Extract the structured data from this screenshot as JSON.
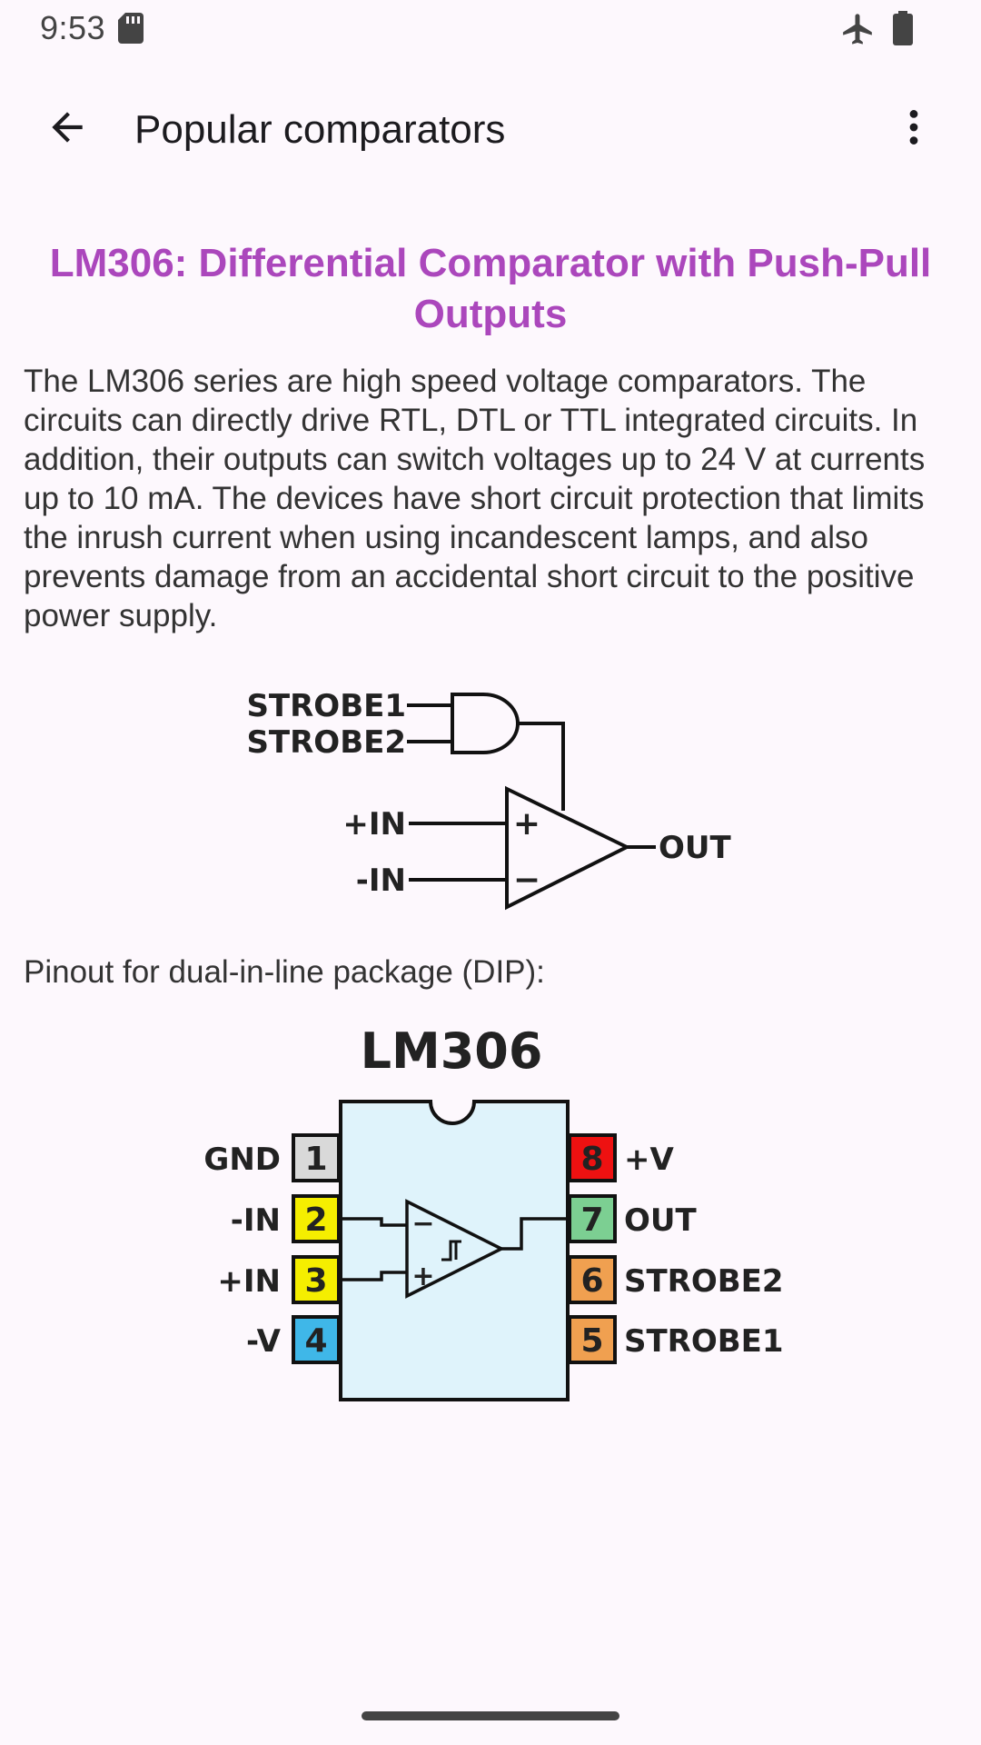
{
  "status_bar": {
    "time": "9:53"
  },
  "app_bar": {
    "title": "Popular comparators",
    "back_icon": "arrow-back-icon",
    "menu_icon": "more-vert-icon"
  },
  "article": {
    "heading": "LM306: Differential Comparator with Push-Pull Outputs",
    "heading_color": "#ab47bc",
    "description": "The LM306 series are high speed voltage comparators. The circuits can directly drive RTL, DTL or TTL integrated circuits. In addition, their outputs can switch voltages up to 24 V at currents up to 10 mA. The devices have short circuit protection that limits the inrush current when using incandescent lamps, and also prevents damage from an accidental short circuit to the positive power supply.",
    "schematic": {
      "strobe1": "STROBE1",
      "strobe2": "STROBE2",
      "in_plus": "+IN",
      "in_minus": "-IN",
      "out": "OUT",
      "plus_sign": "+",
      "minus_sign": "−"
    },
    "pinout_caption": "Pinout for dual-in-line package (DIP):",
    "pinout": {
      "chip_name": "LM306",
      "body_color": "#dff3fb",
      "left_pins": [
        {
          "number": "1",
          "label": "GND",
          "color": "#d9d9d9"
        },
        {
          "number": "2",
          "label": "-IN",
          "color": "#f5ee00"
        },
        {
          "number": "3",
          "label": "+IN",
          "color": "#f5ee00"
        },
        {
          "number": "4",
          "label": "-V",
          "color": "#3fb7e8"
        }
      ],
      "right_pins": [
        {
          "number": "8",
          "label": "+V",
          "color": "#ee1111"
        },
        {
          "number": "7",
          "label": "OUT",
          "color": "#7ccf92"
        },
        {
          "number": "6",
          "label": "STROBE2",
          "color": "#f0a050"
        },
        {
          "number": "5",
          "label": "STROBE1",
          "color": "#f0a050"
        }
      ]
    }
  }
}
